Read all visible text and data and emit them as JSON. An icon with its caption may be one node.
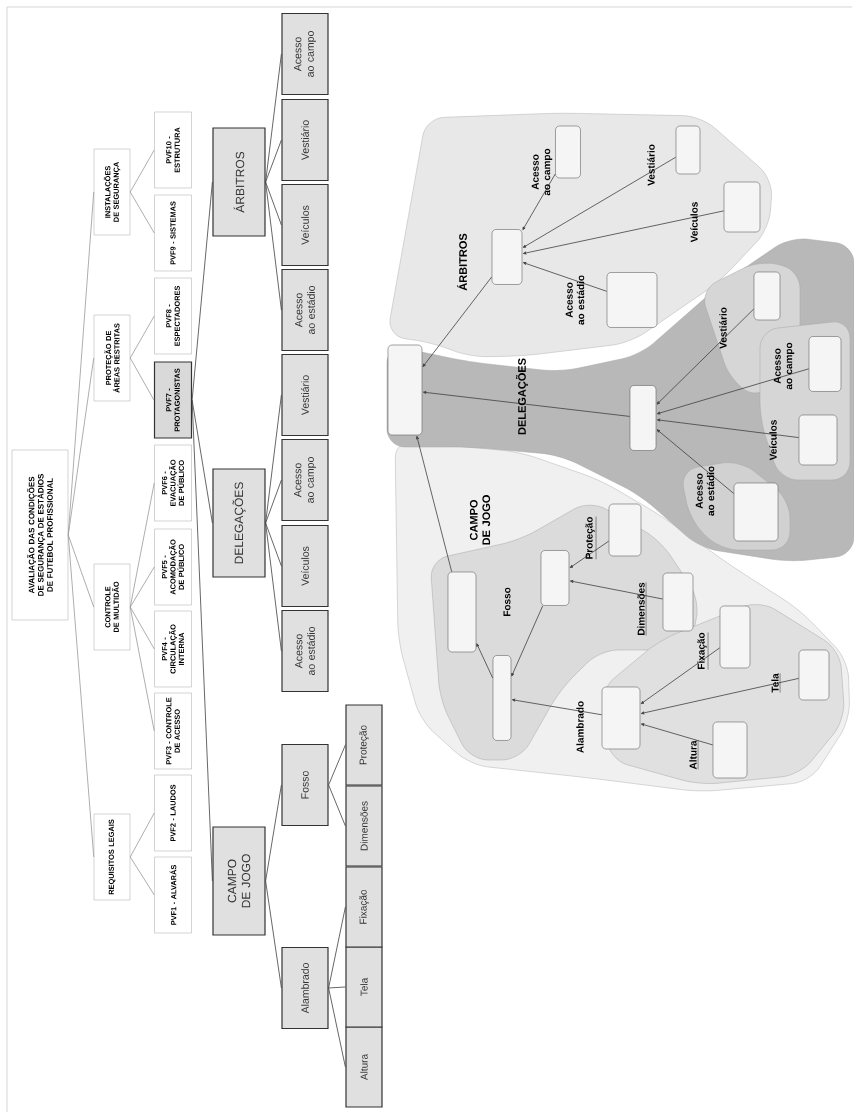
{
  "diagram": {
    "nodes": [
      {
        "text": [
          "AVALIAÇÃO DAS CONDIÇÕES DE SEGURANÇA DE ESTÁDIOS DE FUTEBOL PROFISSIONAL"
        ]
      },
      {
        "text": [
          "REQUISITOS LEGAIS"
        ]
      },
      {
        "text": [
          "CONTROLE DE MULTIDÃO"
        ]
      },
      {
        "text": [
          "PROTEÇÃO DE ÁREAS RESTRITAS"
        ]
      },
      {
        "text": [
          "INSTALAÇÕES DE SEGURANÇA"
        ]
      },
      {
        "text": [
          "PVF1 - ALVARÁS"
        ]
      },
      {
        "text": [
          "PVF2 - LAUDOS"
        ]
      },
      {
        "text": [
          "PVF3 - CONTROLE DE ACESSO"
        ]
      },
      {
        "text": [
          "PVF4 - CIRCULAÇÃO INTERNA"
        ]
      },
      {
        "text": [
          "PVF5 - ACOMODAÇÃO DE PÚBLICO"
        ]
      },
      {
        "text": [
          "PVF6 - EVACUAÇÃO DE PÚBLICO"
        ]
      },
      {
        "text": [
          "PVF7 - PROTAGONISTAS"
        ]
      },
      {
        "text": [
          "PVF8 - ESPECTADORES"
        ]
      },
      {
        "text": [
          "PVF9 - SISTEMAS"
        ]
      },
      {
        "text": [
          "PVF10 - ESTRUTURA"
        ]
      },
      {
        "text": [
          "CAMPO DE JOGO"
        ]
      },
      {
        "text": [
          "DELEGAÇÕES"
        ]
      },
      {
        "text": [
          "ÁRBITROS"
        ]
      },
      {
        "text": [
          "Alambrado"
        ]
      },
      {
        "text": [
          "Fosso"
        ]
      },
      {
        "text": [
          "Acesso ao estádio"
        ]
      },
      {
        "text": [
          "Veículos"
        ]
      },
      {
        "text": [
          "Acesso ao campo"
        ]
      },
      {
        "text": [
          "Vestiário"
        ]
      },
      {
        "text": [
          "Acesso ao estádio"
        ]
      },
      {
        "text": [
          "Veículos"
        ]
      },
      {
        "text": [
          "Vestiário"
        ]
      },
      {
        "text": [
          "Acesso ao campo"
        ]
      },
      {
        "text": [
          "Altura"
        ]
      },
      {
        "text": [
          "Tela"
        ]
      },
      {
        "text": [
          "Fixação"
        ]
      },
      {
        "text": [
          "Dimensões"
        ]
      },
      {
        "text": [
          "Proteção"
        ]
      },
      {
        "text": [],
        "shape": "box"
      },
      {
        "text": [],
        "shape": "box"
      },
      {
        "text": [],
        "shape": "box"
      },
      {
        "text": [],
        "shape": "box"
      },
      {
        "text": [],
        "shape": "box"
      },
      {
        "text": [],
        "shape": "box"
      },
      {
        "text": [],
        "shape": "box"
      },
      {
        "text": [],
        "shape": "box"
      },
      {
        "text": [],
        "shape": "box"
      },
      {
        "text": [],
        "shape": "box"
      },
      {
        "text": [],
        "shape": "box"
      },
      {
        "text": [],
        "shape": "box"
      },
      {
        "text": [],
        "shape": "box"
      },
      {
        "text": [],
        "shape": "box"
      },
      {
        "text": [],
        "shape": "box"
      },
      {
        "text": [],
        "shape": "box"
      },
      {
        "text": [],
        "shape": "box"
      },
      {
        "text": [],
        "shape": "box"
      },
      {
        "text": [],
        "shape": "box"
      },
      {
        "text": [],
        "shape": "box"
      }
    ],
    "edges": [
      {
        "from": 0,
        "to": 1,
        "arrow": "none",
        "color": "#999999"
      },
      {
        "from": 0,
        "to": 2,
        "arrow": "none",
        "color": "#999999"
      },
      {
        "from": 0,
        "to": 3,
        "arrow": "none",
        "color": "#999999"
      },
      {
        "from": 0,
        "to": 4,
        "arrow": "none",
        "color": "#999999"
      },
      {
        "from": 1,
        "to": 5,
        "arrow": "none",
        "color": "#999999"
      },
      {
        "from": 1,
        "to": 6,
        "arrow": "none",
        "color": "#999999"
      },
      {
        "from": 2,
        "to": 7,
        "arrow": "none",
        "color": "#999999"
      },
      {
        "from": 2,
        "to": 8,
        "arrow": "none",
        "color": "#999999"
      },
      {
        "from": 2,
        "to": 9,
        "arrow": "none",
        "color": "#999999"
      },
      {
        "from": 2,
        "to": 10,
        "arrow": "none",
        "color": "#999999"
      },
      {
        "from": 3,
        "to": 11,
        "arrow": "none",
        "color": "#999999"
      },
      {
        "from": 3,
        "to": 12,
        "arrow": "none",
        "color": "#999999"
      },
      {
        "from": 4,
        "to": 13,
        "arrow": "none",
        "color": "#999999"
      },
      {
        "from": 4,
        "to": 14,
        "arrow": "none",
        "color": "#999999"
      },
      {
        "from": 11,
        "to": 15,
        "arrow": "none"
      },
      {
        "from": 11,
        "to": 16,
        "arrow": "none"
      },
      {
        "from": 11,
        "to": 17,
        "arrow": "none"
      },
      {
        "from": 15,
        "to": 18,
        "arrow": "none"
      },
      {
        "from": 15,
        "to": 19,
        "arrow": "none"
      },
      {
        "from": 16,
        "to": 20,
        "arrow": "none"
      },
      {
        "from": 16,
        "to": 21,
        "arrow": "none"
      },
      {
        "from": 16,
        "to": 22,
        "arrow": "none"
      },
      {
        "from": 16,
        "to": 23,
        "arrow": "none"
      },
      {
        "from": 17,
        "to": 24,
        "arrow": "none"
      },
      {
        "from": 17,
        "to": 25,
        "arrow": "none"
      },
      {
        "from": 17,
        "to": 26,
        "arrow": "none"
      },
      {
        "from": 17,
        "to": 27,
        "arrow": "none"
      },
      {
        "from": 18,
        "to": 28,
        "arrow": "none"
      },
      {
        "from": 18,
        "to": 29,
        "arrow": "none"
      },
      {
        "from": 18,
        "to": 30,
        "arrow": "none"
      },
      {
        "from": 19,
        "to": 31,
        "arrow": "none"
      },
      {
        "from": 19,
        "to": 32,
        "arrow": "none"
      },
      {
        "from": 34,
        "to": 33,
        "arrow": "to"
      },
      {
        "from": 39,
        "to": 33,
        "arrow": "to"
      },
      {
        "from": 44,
        "to": 33,
        "arrow": "to"
      },
      {
        "from": 35,
        "to": 34,
        "arrow": "to"
      },
      {
        "from": 36,
        "to": 34,
        "arrow": "to"
      },
      {
        "from": 37,
        "to": 34,
        "arrow": "to"
      },
      {
        "from": 38,
        "to": 34,
        "arrow": "to"
      },
      {
        "from": 40,
        "to": 39,
        "arrow": "to"
      },
      {
        "from": 41,
        "to": 39,
        "arrow": "to"
      },
      {
        "from": 42,
        "to": 39,
        "arrow": "to"
      },
      {
        "from": 43,
        "to": 39,
        "arrow": "to"
      },
      {
        "from": 46,
        "to": 45,
        "arrow": "to"
      },
      {
        "from": 47,
        "to": 45,
        "arrow": "to"
      },
      {
        "from": 45,
        "to": 48,
        "arrow": "to"
      },
      {
        "from": 49,
        "to": 48,
        "arrow": "to"
      },
      {
        "from": 48,
        "to": 44,
        "arrow": "to"
      },
      {
        "from": 50,
        "to": 49,
        "arrow": "to"
      },
      {
        "from": 51,
        "to": 49,
        "arrow": "to"
      },
      {
        "from": 52,
        "to": 49,
        "arrow": "to"
      }
    ],
    "labels": [
      "ÁRBITROS",
      "Acesso ao campo",
      "Vestiário",
      "Veículos",
      "Acesso ao estádio",
      "DELEGAÇÕES",
      "Vestiário",
      "Acesso ao campo",
      "Veículos",
      "Acesso ao estádio",
      "CAMPO DE JOGO",
      "Fosso",
      "Proteção",
      "Dimensões",
      "Alambrado",
      "Fixação",
      "Tela",
      "Altura"
    ]
  }
}
